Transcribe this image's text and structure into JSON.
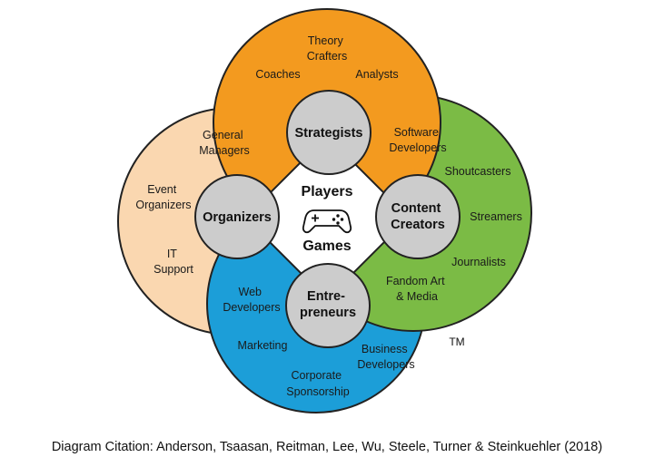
{
  "colors": {
    "strategists": "#f39a1f",
    "content_creators": "#7bbb45",
    "entrepreneurs": "#1c9ed8",
    "organizers": "#fad7b0",
    "hub": "#cccccc",
    "outline": "#222222",
    "center": "#ffffff"
  },
  "center": {
    "line1": "Players",
    "line2": "Games",
    "icon": "gamepad-icon"
  },
  "domains": {
    "strategists": {
      "hub": [
        "Strategists"
      ],
      "roles": [
        [
          "Theory",
          "Crafters"
        ],
        [
          "Coaches"
        ],
        [
          "Analysts"
        ]
      ]
    },
    "content_creators": {
      "hub": [
        "Content",
        "Creators"
      ],
      "roles": [
        [
          "Software",
          "Developers"
        ],
        [
          "Shoutcasters"
        ],
        [
          "Streamers"
        ],
        [
          "Journalists"
        ],
        [
          "Fandom Art",
          "& Media"
        ]
      ]
    },
    "entrepreneurs": {
      "hub": [
        "Entre-",
        "preneurs"
      ],
      "roles": [
        [
          "Web",
          "Developers"
        ],
        [
          "Marketing"
        ],
        [
          "Business",
          "Developers"
        ],
        [
          "Corporate",
          "Sponsorship"
        ]
      ]
    },
    "organizers": {
      "hub": [
        "Organizers"
      ],
      "roles": [
        [
          "General",
          "Managers"
        ],
        [
          "Event",
          "Organizers"
        ],
        [
          "IT",
          "Support"
        ]
      ]
    }
  },
  "trademark": "TM",
  "citation": "Diagram Citation: Anderson, Tsaasan, Reitman, Lee, Wu, Steele, Turner & Steinkuehler (2018)"
}
